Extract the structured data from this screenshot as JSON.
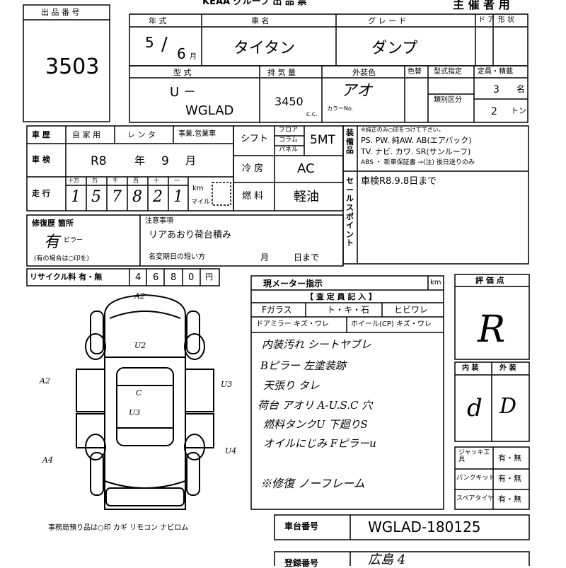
{
  "header": {
    "partial_title": "KEAA グループ 出 品 票",
    "organizer_label": "主 催 者 用"
  },
  "lot": {
    "label": "出 品 番 号",
    "value": "3503"
  },
  "row1": {
    "year_label": "年 式",
    "year_value": "5",
    "month_value": "6",
    "month_unit": "月",
    "make_label": "車 名",
    "make_value": "タイタン",
    "grade_label": "グ レ ー ド",
    "grade_value": "ダンプ",
    "door_label": "ド ア",
    "shape_label": "形 状"
  },
  "row2": {
    "model_label": "型 式",
    "model_prefix": "U －",
    "model_value": "WGLAD",
    "disp_label": "排 気 量",
    "disp_value": "3450",
    "disp_unit": "c.c.",
    "exterior_label": "外装色",
    "exterior_value": "アオ",
    "color_no_label": "カラーNo.",
    "color_mark_label": "色替",
    "type_cert_label": "型式指定",
    "class_label": "類別区分",
    "capacity_label": "定員・積載",
    "capacity_value": "3",
    "capacity_unit": "名",
    "load_value": "2",
    "load_unit": "トン"
  },
  "history": {
    "label": "車 歴",
    "options": [
      "自 家 用",
      "レ ン タ",
      "事業.営業車"
    ]
  },
  "shaken": {
    "label": "車 検",
    "era": "R8",
    "year_unit": "年",
    "month": "9",
    "month_unit": "月"
  },
  "mileage": {
    "label": "走 行",
    "place_labels": [
      "十万",
      "万",
      "千",
      "百",
      "十",
      "一"
    ],
    "digits": [
      "1",
      "5",
      "7",
      "8",
      "2",
      "1"
    ],
    "unit_km": "km",
    "unit_mile": "マイル"
  },
  "shift": {
    "label": "シフト",
    "options": [
      "フロア",
      "コラム",
      "パネル"
    ],
    "value": "5MT"
  },
  "ac": {
    "label": "冷 房",
    "value": "AC"
  },
  "fuel": {
    "label": "燃 料",
    "value": "軽油"
  },
  "equipment": {
    "label": "装備品",
    "note": "※純正のみ○印をつけて下さい。",
    "line1": "PS. PW. 純AW. AB(エアバック)",
    "line2": "TV. ナビ. カワ. SR(サンルーフ)",
    "line3": "ABS ・ 新車保証書 →(注) 後日送りのみ"
  },
  "sales_point": {
    "label": "セールスポイント",
    "value": "車検R8.9.8日まで"
  },
  "repair": {
    "label": "修復歴 箇所",
    "mark": "有",
    "mark_note": "ピラー",
    "note": "(有の場合は○印を)"
  },
  "notes": {
    "label": "注意事項",
    "value": "リアあおり荷台積み",
    "name_change_label": "名変期日の短い方",
    "month_label": "月",
    "day_label": "日まで"
  },
  "recycle": {
    "label": "リサイクル料 有・無",
    "digits": [
      "4",
      "6",
      "8",
      "0"
    ],
    "unit": "円"
  },
  "meter": {
    "label": "現メーター指示",
    "unit": "km"
  },
  "inspector": {
    "label": "【 査 定 員 記 入 】",
    "glass_label": "Fガラス",
    "glass_options": "ト・キ・石",
    "crack_label": "ヒビワレ",
    "mirror_label": "ドアミラー キズ・ワレ",
    "wheel_label": "ホイール(CP) キズ・ワレ",
    "hand_notes": [
      "内装汚れ シートヤブレ",
      "Bピラー 左塗装跡",
      "天張り タレ",
      "荷台 アオリ A-U.S.C 穴",
      "燃料タンクU 下廻りS",
      "オイルにじみ Fピラーu",
      "※修復 ノーフレーム"
    ]
  },
  "evaluation": {
    "label": "評 価 点",
    "value": "R",
    "interior_label": "内 装",
    "exterior_label": "外 装",
    "interior_value": "d",
    "exterior_value": "D"
  },
  "tools": {
    "jack_label": "ジャッキ工具",
    "puncture_label": "パンクキット",
    "spare_label": "スペアタイヤ",
    "options": "有・無"
  },
  "diagram_marks": {
    "a2_top": "A2",
    "u2": "U2",
    "a2_left": "A2",
    "u3_right": "U3",
    "c_mark": "C",
    "u3_mid": "U3",
    "a4_left": "A4",
    "u4_right": "U4"
  },
  "office_note": "事務局預り品は○印  カギ リモコン ナビロム",
  "chassis": {
    "label": "車台番号",
    "value": "WGLAD-180125"
  },
  "registration": {
    "label": "登録番号",
    "value": "広島 4"
  }
}
